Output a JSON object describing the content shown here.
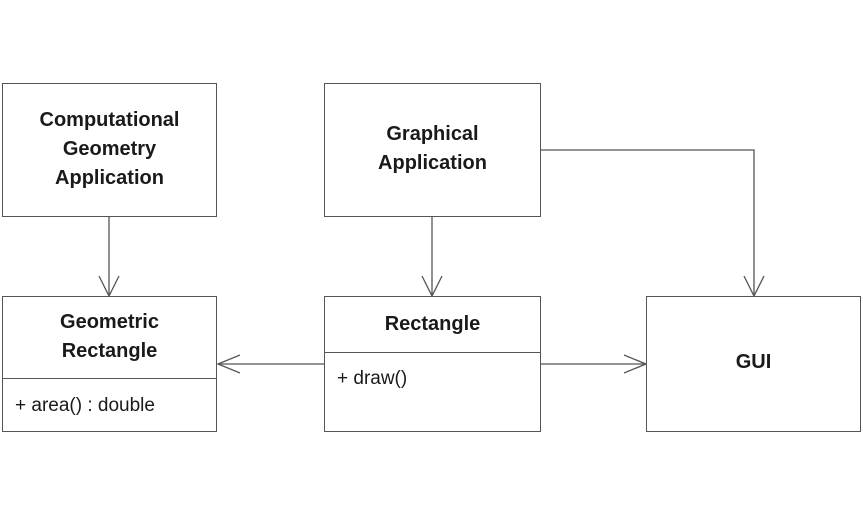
{
  "diagram": {
    "classes": {
      "computational_geometry_application": {
        "name": "Computational\nGeometry\nApplication"
      },
      "graphical_application": {
        "name": "Graphical\nApplication"
      },
      "geometric_rectangle": {
        "name": "Geometric\nRectangle",
        "members": [
          "+ area() : double"
        ]
      },
      "rectangle": {
        "name": "Rectangle",
        "members": [
          "+ draw()"
        ]
      },
      "gui": {
        "name": "GUI"
      }
    },
    "relationships": [
      {
        "from": "computational_geometry_application",
        "to": "geometric_rectangle",
        "type": "dependency"
      },
      {
        "from": "graphical_application",
        "to": "rectangle",
        "type": "dependency"
      },
      {
        "from": "graphical_application",
        "to": "gui",
        "type": "dependency"
      },
      {
        "from": "rectangle",
        "to": "geometric_rectangle",
        "type": "dependency"
      },
      {
        "from": "rectangle",
        "to": "gui",
        "type": "dependency"
      }
    ],
    "colors": {
      "line": "#555555",
      "text": "#1a1a1a",
      "background": "#ffffff"
    }
  }
}
